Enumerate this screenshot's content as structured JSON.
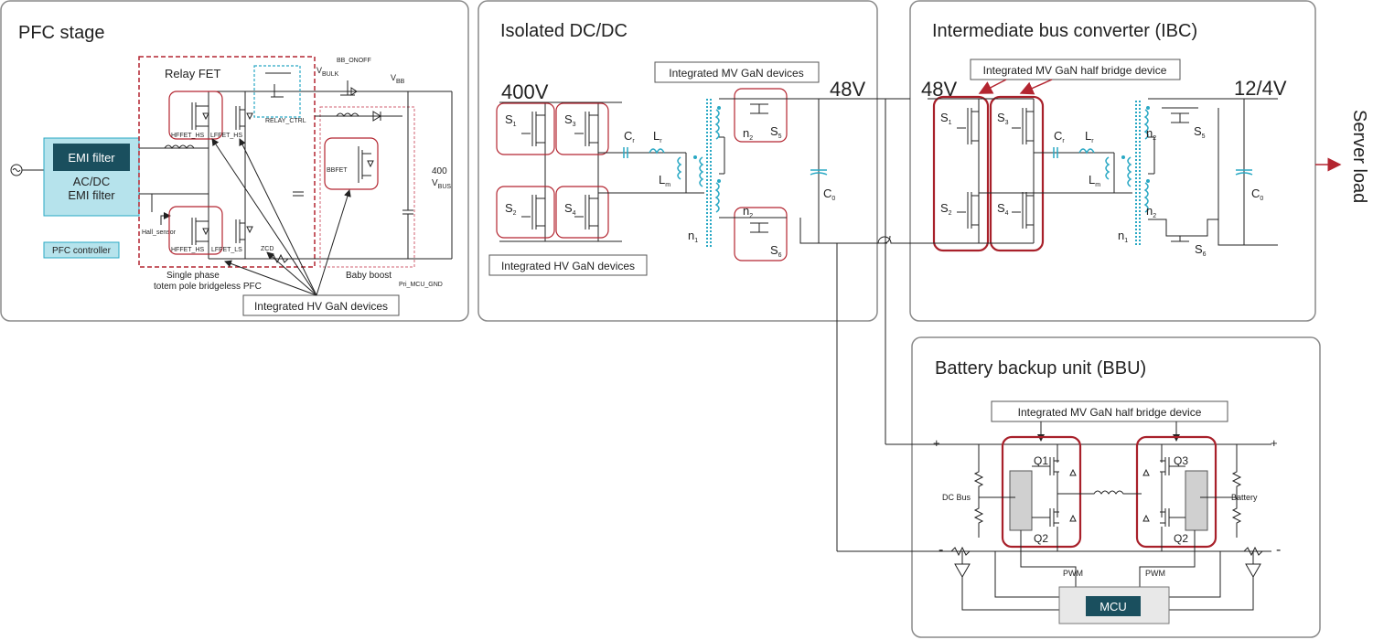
{
  "panels": {
    "pfc": {
      "title": "PFC stage",
      "emi_filter_label": "EMI filter",
      "acdc_line1": "AC/DC",
      "acdc_line2": "EMI filter",
      "pfc_controller": "PFC controller",
      "relay_fet": "Relay FET",
      "vbulk": "V",
      "vbulk_sub": "BULK",
      "bb_onoff": "BB_ONOFF",
      "vbb": "V",
      "vbb_sub": "BB",
      "relay_ctrl": "RELAY_CTRL",
      "hffet_hs_top": "HFFET_HS",
      "lffet_hs": "LFFET_HS",
      "hffet_hs_bot": "HFFET_HS",
      "lffet_ls": "LFFET_LS",
      "zcd": "ZCD",
      "bbfet": "BBFET",
      "hall_sensor": "Hall_sensor",
      "vbus_num": "400",
      "vbus": "V",
      "vbus_sub": "BUS",
      "single_phase": "Single phase",
      "totem_pole": "totem pole bridgeless PFC",
      "baby_boost": "Baby boost",
      "pri_mcu_gnd": "Pri_MCU_GND",
      "callout": "Integrated HV GaN devices"
    },
    "dcdc": {
      "title": "Isolated DC/DC",
      "in_voltage": "400V",
      "out_voltage": "48V",
      "callout_mv": "Integrated MV GaN devices",
      "callout_hv": "Integrated HV GaN devices",
      "s1": "S",
      "s1_sub": "1",
      "s2": "S",
      "s2_sub": "2",
      "s3": "S",
      "s3_sub": "3",
      "s4": "S",
      "s4_sub": "4",
      "s5": "S",
      "s5_sub": "5",
      "s6": "S",
      "s6_sub": "6",
      "cr": "C",
      "cr_sub": "r",
      "lr": "L",
      "lr_sub": "r",
      "lm": "L",
      "lm_sub": "m",
      "n1": "n",
      "n1_sub": "1",
      "n2a": "n",
      "n2a_sub": "2",
      "n2b": "n",
      "n2b_sub": "2",
      "c0": "C",
      "c0_sub": "0"
    },
    "ibc": {
      "title": "Intermediate bus converter (IBC)",
      "in_voltage": "48V",
      "out_voltage": "12/4V",
      "callout": "Integrated MV GaN half bridge device",
      "s1": "S",
      "s1_sub": "1",
      "s2": "S",
      "s2_sub": "2",
      "s3": "S",
      "s3_sub": "3",
      "s4": "S",
      "s4_sub": "4",
      "s5": "S",
      "s5_sub": "5",
      "s6": "S",
      "s6_sub": "6",
      "cr": "C",
      "cr_sub": "r",
      "lr": "L",
      "lr_sub": "r",
      "lm": "L",
      "lm_sub": "m",
      "n1": "n",
      "n1_sub": "1",
      "n2a": "n",
      "n2a_sub": "2",
      "n2b": "n",
      "n2b_sub": "2",
      "c0": "C",
      "c0_sub": "0"
    },
    "bbu": {
      "title": "Battery backup unit (BBU)",
      "callout": "Integrated MV GaN half bridge device",
      "q1": "Q1",
      "q2_left": "Q2",
      "q3": "Q3",
      "q2_right": "Q2",
      "dc_bus": "DC Bus",
      "battery": "Battery",
      "pwm_left": "PWM",
      "pwm_right": "PWM",
      "mcu": "MCU",
      "plus_left": "+",
      "minus_left": "-",
      "plus_right": "+",
      "minus_right": "-"
    }
  },
  "server_load": "Server load",
  "colors": {
    "red": "#b32530",
    "cyan": "#29a8c4",
    "emi_dark": "#1a4f5e",
    "emi_light": "#b6e3ec",
    "panel_border": "#8a8a8a"
  }
}
